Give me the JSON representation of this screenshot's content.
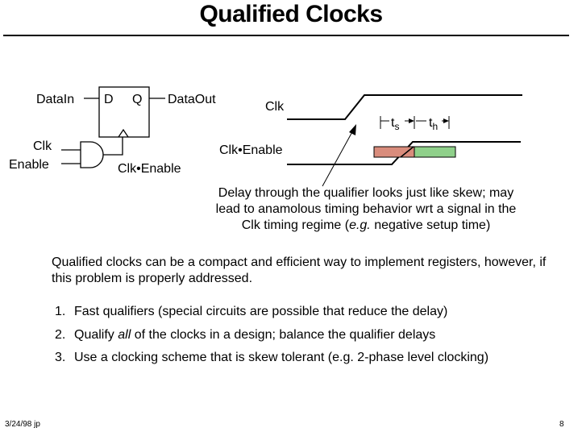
{
  "title": "Qualified Clocks",
  "diagram": {
    "data_in": "DataIn",
    "data_out": "DataOut",
    "pin_d": "D",
    "pin_q": "Q",
    "clk_label": "Clk",
    "enable_label": "Enable",
    "clk_enable_gate_out": "Clk•Enable"
  },
  "timing": {
    "clk": "Clk",
    "clk_enable": "Clk•Enable",
    "ts_t": "t",
    "ts_sub": "s",
    "th_t": "t",
    "th_sub": "h",
    "colors": {
      "setup_region": "#d98c7c",
      "hold_region": "#8fd08a"
    }
  },
  "callout": {
    "line1": "Delay through the qualifier looks just like skew; may",
    "line2": "lead to anamolous timing behavior wrt a signal in the",
    "line3_pre": "Clk timing regime (",
    "line3_em": "e.g.",
    "line3_post": " negative setup time)"
  },
  "paragraph": "Qualified clocks can be a compact and efficient way to implement registers, however, if this problem is properly addressed.",
  "items": [
    {
      "num": "1.",
      "text": "Fast qualifiers (special circuits are possible that reduce the delay)"
    },
    {
      "num": "2.",
      "pre": "Qualify ",
      "em": "all",
      "post": " of the clocks in a design; balance the qualifier delays"
    },
    {
      "num": "3.",
      "text": "Use a clocking scheme that is skew tolerant (e.g. 2-phase level clocking)"
    }
  ],
  "footer": {
    "date": "3/24/98  jp",
    "page": "8"
  }
}
